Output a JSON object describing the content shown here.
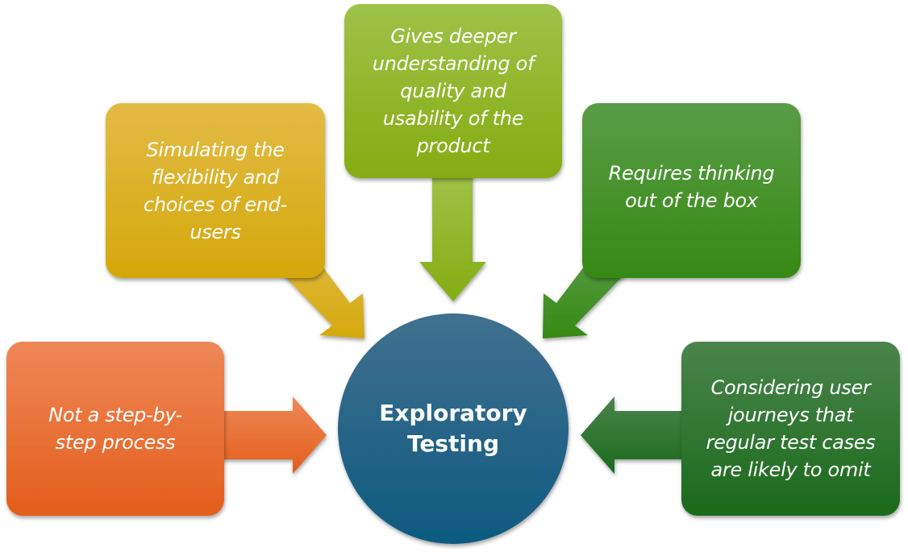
{
  "diagram": {
    "title": "Exploratory Testing",
    "hub": {
      "label_line1": "Exploratory",
      "label_line2": "Testing",
      "color_top": "#41708f",
      "color_bottom": "#0e5a80"
    },
    "nodes": [
      {
        "id": "not-step-by-step",
        "text": "Not a step-by-step process",
        "lines": [
          "Not a step-by-",
          "step process"
        ],
        "color_top": "#ef8758",
        "color_bottom": "#e25e1a",
        "arrow_direction": "right"
      },
      {
        "id": "simulating-flexibility",
        "text": "Simulating the flexibility and choices of end-users",
        "lines": [
          "Simulating the",
          "flexibility and",
          "choices of end-",
          "users"
        ],
        "color_top": "#e3bb44",
        "color_bottom": "#d4a80c",
        "arrow_direction": "down-right"
      },
      {
        "id": "deeper-understanding",
        "text": "Gives deeper understanding of quality and usability of the product",
        "lines": [
          "Gives deeper",
          "understanding of",
          "quality and",
          "usability of the",
          "product"
        ],
        "color_top": "#9ec248",
        "color_bottom": "#84ac12",
        "arrow_direction": "down"
      },
      {
        "id": "thinking-out-of-box",
        "text": "Requires thinking out of the box",
        "lines": [
          "Requires thinking",
          "out of the box"
        ],
        "color_top": "#5a9c46",
        "color_bottom": "#358a14",
        "arrow_direction": "down-left"
      },
      {
        "id": "user-journeys",
        "text": "Considering user journeys that regular test cases are likely to omit",
        "lines": [
          "Considering user",
          "journeys that",
          "regular test cases",
          "are likely to omit"
        ],
        "color_top": "#4a844c",
        "color_bottom": "#1a6a1c",
        "arrow_direction": "left"
      }
    ]
  }
}
